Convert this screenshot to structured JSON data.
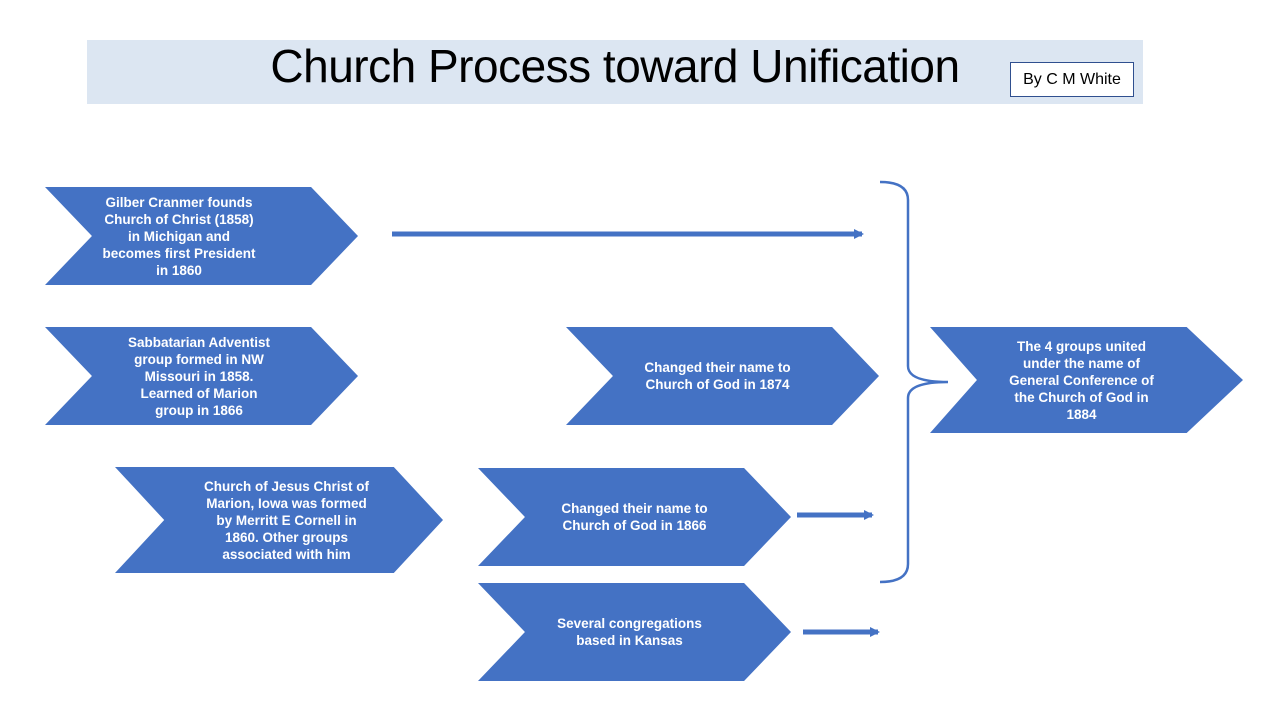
{
  "title": "Church Process toward Unification",
  "author": "By C M White",
  "colors": {
    "shape": "#4472c4",
    "title_band": "#dce6f2",
    "text": "#ffffff"
  },
  "nodes": {
    "cranmer": "Gilber Cranmer founds\nChurch of Christ (1858)\nin Michigan and\nbecomes first President\nin 1860",
    "sabbatarian": "Sabbatarian Adventist\ngroup formed in NW\nMissouri  in 1858.\nLearned of Marion\ngroup in 1866",
    "name_1874": "Changed their name to\nChurch of God in 1874",
    "marion": "Church of Jesus Christ of\nMarion, Iowa was formed\nby Merritt E Cornell in\n1860.  Other groups\nassociated with him",
    "name_1866": "Changed their name to\nChurch of God in 1866",
    "kansas": "Several congregations\nbased in Kansas",
    "united": "The 4 groups united\nunder the name of\nGeneral Conference of\nthe Church of God in\n1884"
  }
}
